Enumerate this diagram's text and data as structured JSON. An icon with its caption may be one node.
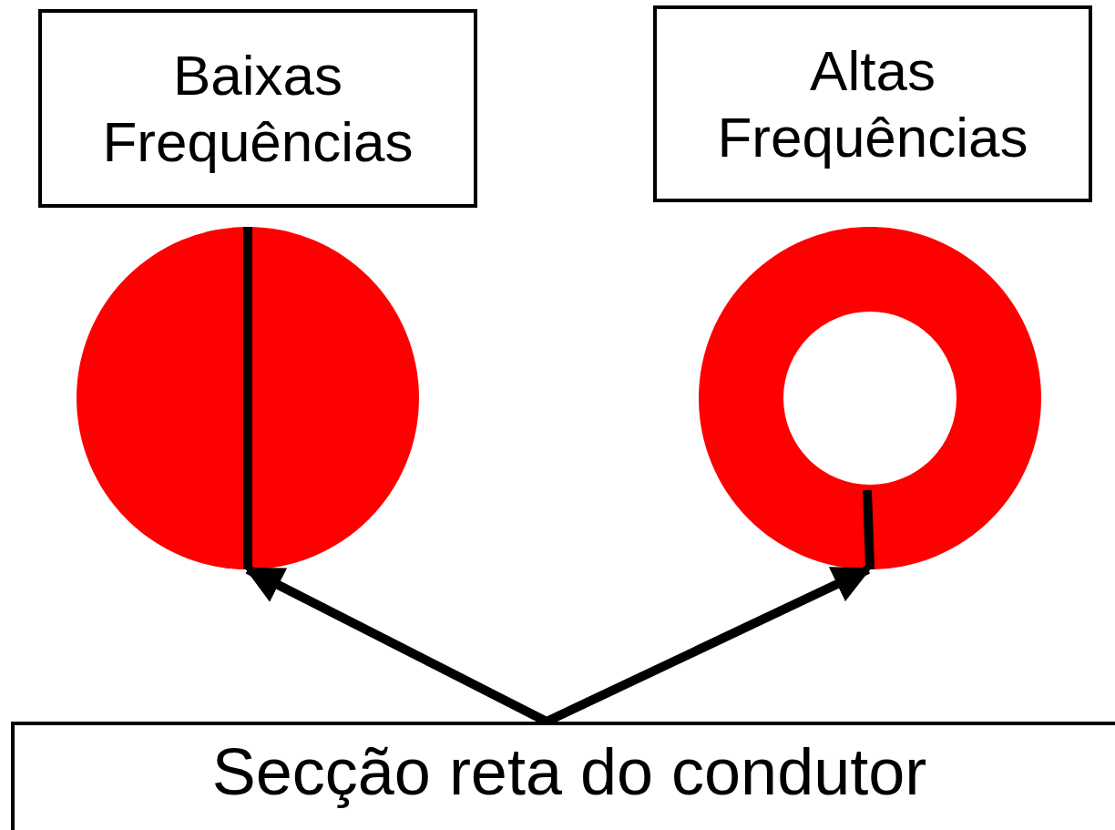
{
  "diagram": {
    "nodes": [
      {
        "text": [
          "Baixas Frequências"
        ]
      },
      {
        "text": [
          "Altas Frequências"
        ]
      },
      {
        "text": [],
        "shape": "circle"
      },
      {
        "text": [],
        "shape": "circle"
      },
      {
        "text": [
          "Secção reta do condutor"
        ]
      }
    ],
    "edges": [
      {
        "from": 4,
        "to": 2,
        "arrow": "to"
      },
      {
        "from": 4,
        "to": 3,
        "arrow": "to"
      }
    ]
  }
}
